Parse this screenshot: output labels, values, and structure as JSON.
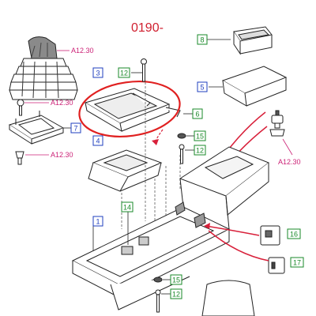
{
  "diagram": {
    "page_code": "0190-",
    "references": {
      "a1": "A12.30",
      "a2": "A12.30",
      "a3": "A12.30",
      "a4": "A12.30"
    },
    "callouts": {
      "c1": "1",
      "c3": "3",
      "c4": "4",
      "c5": "5",
      "c6": "6",
      "c7": "7",
      "c8": "8",
      "c12a": "12",
      "c12b": "12",
      "c12c": "12",
      "c14": "14",
      "c15a": "15",
      "c15b": "15",
      "c16": "16",
      "c17": "17"
    }
  },
  "colors": {
    "callout_blue": "#1f3fbf",
    "callout_green": "#1a8a2a",
    "reference_magenta": "#cc2277",
    "highlight_red": "#e02020",
    "leader_red": "#d8203a",
    "line": "#222222",
    "fill_grey": "#9a9a9a",
    "fill_dark": "#555555"
  },
  "icons": [
    "screw-icon",
    "gear-knob-boot-icon",
    "clip-icon"
  ]
}
